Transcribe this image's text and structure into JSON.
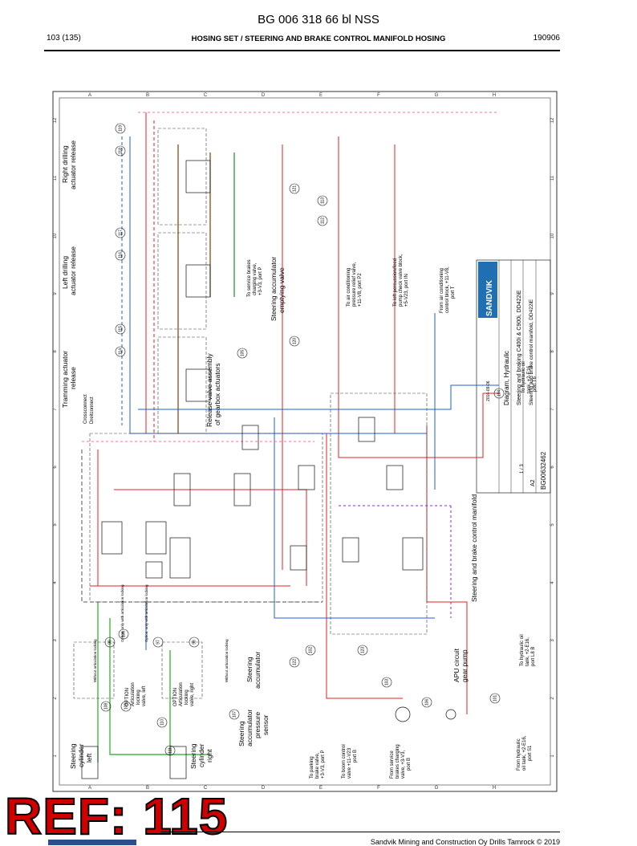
{
  "header": {
    "doc_title": "BG 006 318 66 bl NSS",
    "page": "103 (135)",
    "section": "HOSING SET / STEERING AND BRAKE CONTROL MANIFOLD HOSING",
    "code": "190906"
  },
  "drawing": {
    "labels": {
      "right_drilling": [
        "Right drilling",
        "actuator release"
      ],
      "left_drilling": [
        "Left drilling",
        "actuator release"
      ],
      "tramming": [
        "Tramming actuator",
        "release"
      ],
      "tramming_sub": [
        "Crossconnect",
        "Dreitconnect"
      ],
      "release_valve": [
        "Release valve assembly",
        "of gearbox actuators"
      ],
      "accumulator_emptying": [
        "Steering accumulator",
        "emptying valve"
      ],
      "service_brakes": [
        "To service brakes",
        "charging valve,",
        "+3-V3, port P"
      ],
      "air_conditioning": [
        "To air conditioning",
        "pressure relief valve,",
        "+11-V8, port P2"
      ],
      "percussion": [
        "To left percussion/feed",
        "pump check valve block,",
        "+5-V23, port IN"
      ],
      "from_air": [
        "From air conditioning",
        "control block, +11-V8,",
        "port T"
      ],
      "to_hydraulic_tank": [
        "To hydraulic oil",
        "tank, +2-E16,",
        "port T6"
      ],
      "manifold": "Steering and brake control manifold",
      "apu_pump": [
        "APU circuit",
        "gear pump"
      ],
      "accumulator": [
        "Steering",
        "accumulator"
      ],
      "accumulator_sensor": [
        "Steering",
        "accumulator",
        "pressure",
        "sensor"
      ],
      "cyl_left": [
        "Steering",
        "cylinder",
        "left"
      ],
      "cyl_right": [
        "Steering",
        "cylinder",
        "right"
      ],
      "option_left": [
        "OPTION",
        "Articulation",
        "locking",
        "valve, left"
      ],
      "option_right": [
        "OPTION",
        "Articulation",
        "locking",
        "valve, right"
      ],
      "to_parking": [
        "To parking",
        "brake valve,",
        "+3-V3, port P"
      ],
      "to_boom": [
        "To boom control",
        "valve +11-V23",
        "port B"
      ],
      "from_service": [
        "From service",
        "brakes charging",
        "valve, +3-V3,",
        "port B"
      ],
      "from_hydraulic": [
        "From hydraulic",
        "oil tank, +2-E16,",
        "port S1"
      ],
      "to_hydraulic_tank2": [
        "To hydraulic oil",
        "tank, +2-E16,",
        "port L8 B"
      ],
      "without_lock": "Without articulation locking",
      "option_lock": "Option, only with articulation locking"
    },
    "bubbles": [
      "119",
      "118",
      "117",
      "116",
      "115",
      "114",
      "121",
      "113",
      "112",
      "120",
      "123",
      "105",
      "104",
      "122",
      "102",
      "103",
      "106",
      "101",
      "111",
      "110",
      "109",
      "108",
      "107",
      "100",
      "99",
      "98",
      "97"
    ],
    "title_block": {
      "company": "SANDVIK",
      "description_1": "Diagram, Hydraulic",
      "description_2": "Steering and braking C400i & C900i, DD422iE",
      "description_3": "Steering and brake control manifold, DD422iE",
      "doc_no": "BG00632462",
      "format": "A2",
      "sheet": "1 / 3",
      "date": "2016-09-06"
    },
    "grid_numbers": [
      "12",
      "11",
      "10",
      "9",
      "8",
      "7",
      "6",
      "5",
      "4",
      "3",
      "2",
      "1"
    ],
    "grid_letters": [
      "A",
      "B",
      "C",
      "D",
      "E",
      "F",
      "G",
      "H"
    ]
  },
  "ref": "REF: 115",
  "footer": "Sandvik Mining and Construction Oy Drills Tamrock © 2019"
}
